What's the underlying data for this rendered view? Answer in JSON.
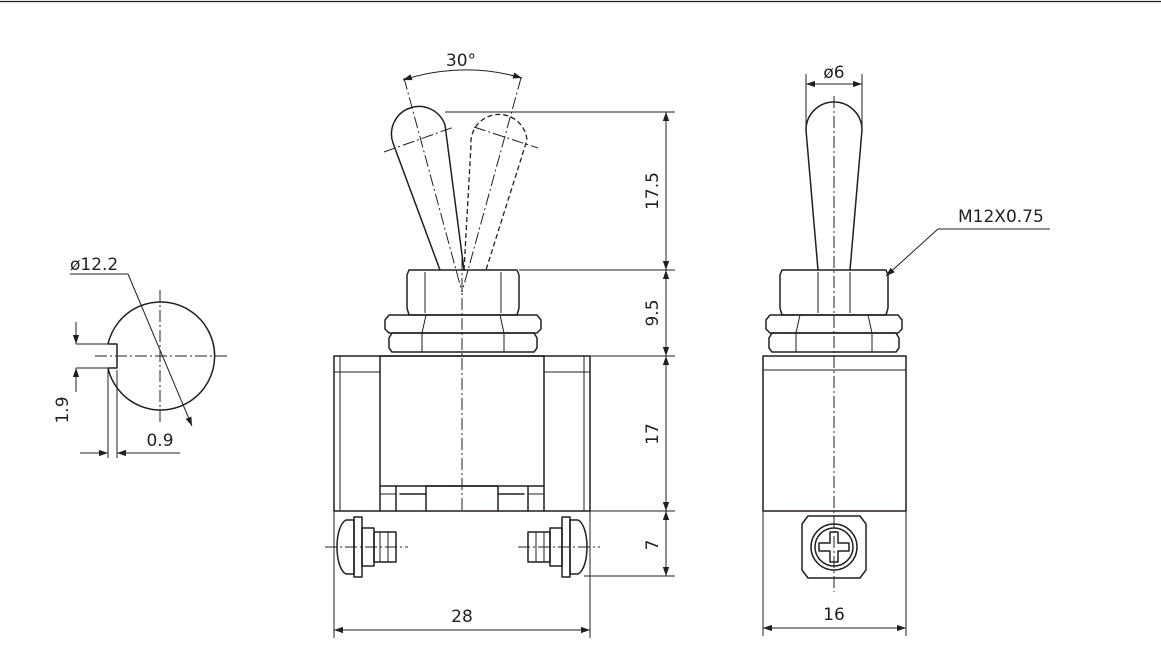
{
  "diagram": {
    "line_color": "#231f20",
    "background": "#ffffff",
    "labels": {
      "angle": "30°",
      "lever_diameter": "ø6",
      "nut_diameter": "ø12.2",
      "thread": "M12X0.75",
      "lever_length": "17.5",
      "bushing_height": "9.5",
      "body_height": "17",
      "terminal_height": "7",
      "body_width": "28",
      "body_depth": "16",
      "key_width": "1.9",
      "key_depth": "0.9"
    }
  }
}
